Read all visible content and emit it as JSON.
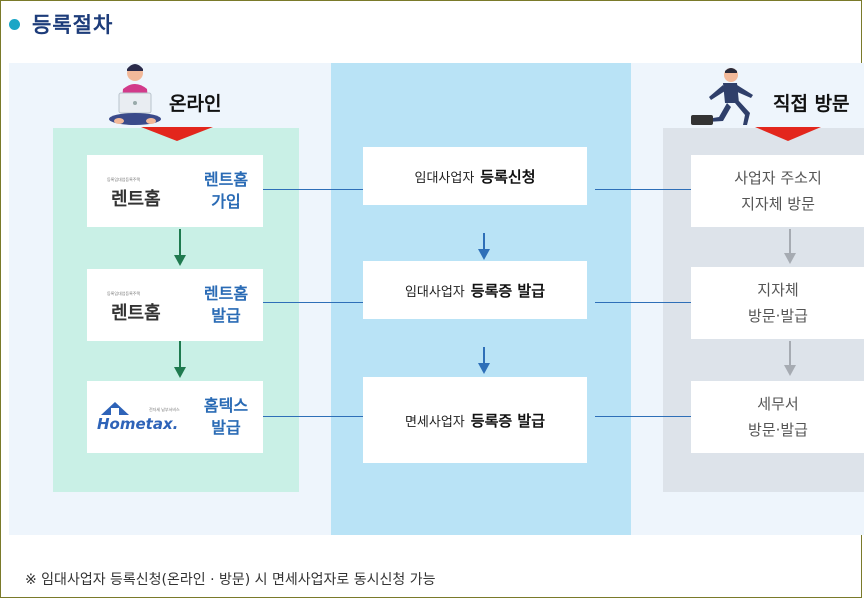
{
  "header": {
    "title": "등록절차"
  },
  "online": {
    "label": "온라인",
    "steps": [
      {
        "logo_small": "등록임대업등록주택",
        "logo": "렌트홈",
        "text": "렌트홈\n가입"
      },
      {
        "logo_small": "등록임대업등록주택",
        "logo": "렌트홈",
        "text": "렌트홈\n발급"
      },
      {
        "logo_small": "전자세 납부서비스",
        "logo": "Hometax.",
        "text": "홈텍스\n발급"
      }
    ]
  },
  "middle": {
    "steps": [
      {
        "prefix": "임대사업자",
        "bold": "등록신청"
      },
      {
        "prefix": "임대사업자",
        "bold": "등록증 발급"
      },
      {
        "prefix": "면세사업자",
        "bold": "등록증 발급"
      }
    ]
  },
  "direct": {
    "label": "직접 방문",
    "steps": [
      {
        "line1": "사업자 주소지",
        "line2": "지자체 방문"
      },
      {
        "line1": "지자체",
        "line2": "방문·발급"
      },
      {
        "line1": "세무서",
        "line2": "방문·발급"
      }
    ]
  },
  "note": "※ 임대사업자 등록신청(온라인 · 방문) 시 면세사업자로 동시신청 가능",
  "colors": {
    "online_bg": "#c9f0e6",
    "middle_bg": "#b9e3f6",
    "direct_bg": "#dde3ea",
    "accent_red": "#e3261c",
    "line_blue": "#2e6fb8",
    "arrow_green": "#1f7a4f"
  }
}
